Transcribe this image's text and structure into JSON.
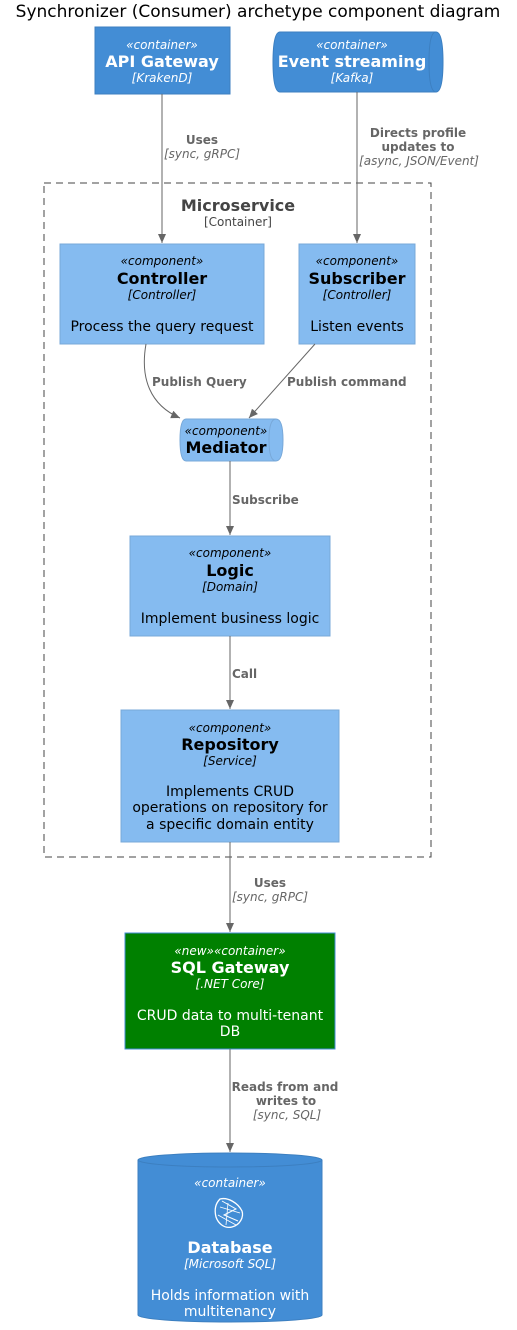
{
  "diagram": {
    "title": "Synchronizer (Consumer) archetype component diagram",
    "colors": {
      "container": "#438DD5",
      "container_border": "#3C7FC0",
      "component": "#85BBF0",
      "component_border": "#78A8D8",
      "new_container": "#008000",
      "relationship": "#666666",
      "boundary": "#444444"
    },
    "boundary": {
      "name": "Microservice",
      "type": "[Container]"
    },
    "nodes": {
      "api_gateway": {
        "stereotype": "«container»",
        "name": "API Gateway",
        "tech": "[KrakenD]"
      },
      "event_streaming": {
        "stereotype": "«container»",
        "name": "Event streaming",
        "tech": "[Kafka]"
      },
      "controller": {
        "stereotype": "«component»",
        "name": "Controller",
        "tech": "[Controller]",
        "desc": "Process the query request"
      },
      "subscriber": {
        "stereotype": "«component»",
        "name": "Subscriber",
        "tech": "[Controller]",
        "desc": "Listen events"
      },
      "mediator": {
        "stereotype": "«component»",
        "name": "Mediator"
      },
      "logic": {
        "stereotype": "«component»",
        "name": "Logic",
        "tech": "[Domain]",
        "desc": "Implement business logic"
      },
      "repository": {
        "stereotype": "«component»",
        "name": "Repository",
        "tech": "[Service]",
        "desc_lines": [
          "Implements CRUD",
          "operations on repository for",
          "a specific domain entity"
        ]
      },
      "sql_gateway": {
        "stereotype": "«new»«container»",
        "name": "SQL Gateway",
        "tech": "[.NET Core]",
        "desc_lines": [
          "CRUD data to multi-tenant",
          "DB"
        ]
      },
      "database": {
        "stereotype": "«container»",
        "name": "Database",
        "tech": "[Microsoft SQL]",
        "icon": "sql-server-icon",
        "desc_lines": [
          "Holds information with",
          "multitenancy"
        ]
      }
    },
    "relationships": {
      "api_to_controller": {
        "label": "Uses",
        "tech": "[sync, gRPC]"
      },
      "event_to_subscriber": {
        "label_lines": [
          "Directs profile",
          "updates to"
        ],
        "tech": "[async, JSON/Event]"
      },
      "controller_to_mediator": {
        "label": "Publish Query"
      },
      "subscriber_to_mediator": {
        "label": "Publish command"
      },
      "mediator_to_logic": {
        "label": "Subscribe"
      },
      "logic_to_repository": {
        "label": "Call"
      },
      "repository_to_sql": {
        "label": "Uses",
        "tech": "[sync, gRPC]"
      },
      "sql_to_database": {
        "label_lines": [
          "Reads from and",
          "writes to"
        ],
        "tech": "[sync, SQL]"
      }
    }
  }
}
